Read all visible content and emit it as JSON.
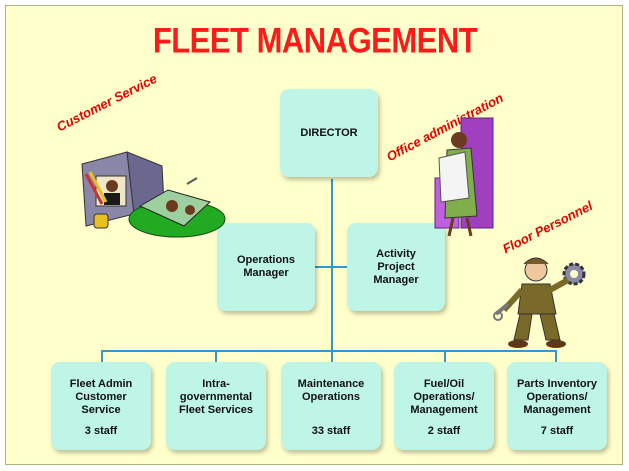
{
  "title": "FLEET MANAGEMENT",
  "org_chart": {
    "director": "DIRECTOR",
    "managers": [
      "Operations Manager",
      "Activity Project Manager"
    ],
    "units": [
      {
        "name": "Fleet Admin Customer Service",
        "staff": "3 staff"
      },
      {
        "name": "Intra-governmental Fleet Services",
        "staff": ""
      },
      {
        "name": "Maintenance Operations",
        "staff": "33 staff"
      },
      {
        "name": "Fuel/Oil Operations/ Management",
        "staff": "2 staff"
      },
      {
        "name": "Parts Inventory Operations/ Management",
        "staff": "7 staff"
      }
    ]
  },
  "clipart_labels": {
    "customer_service": "Customer Service",
    "office_admin": "Office administration",
    "floor_personnel": "Floor Personnel"
  },
  "colors": {
    "box_fill": "#bff5e6",
    "connector": "#3399cc",
    "title": "#ff1a1a",
    "background": "#ffffcc"
  }
}
